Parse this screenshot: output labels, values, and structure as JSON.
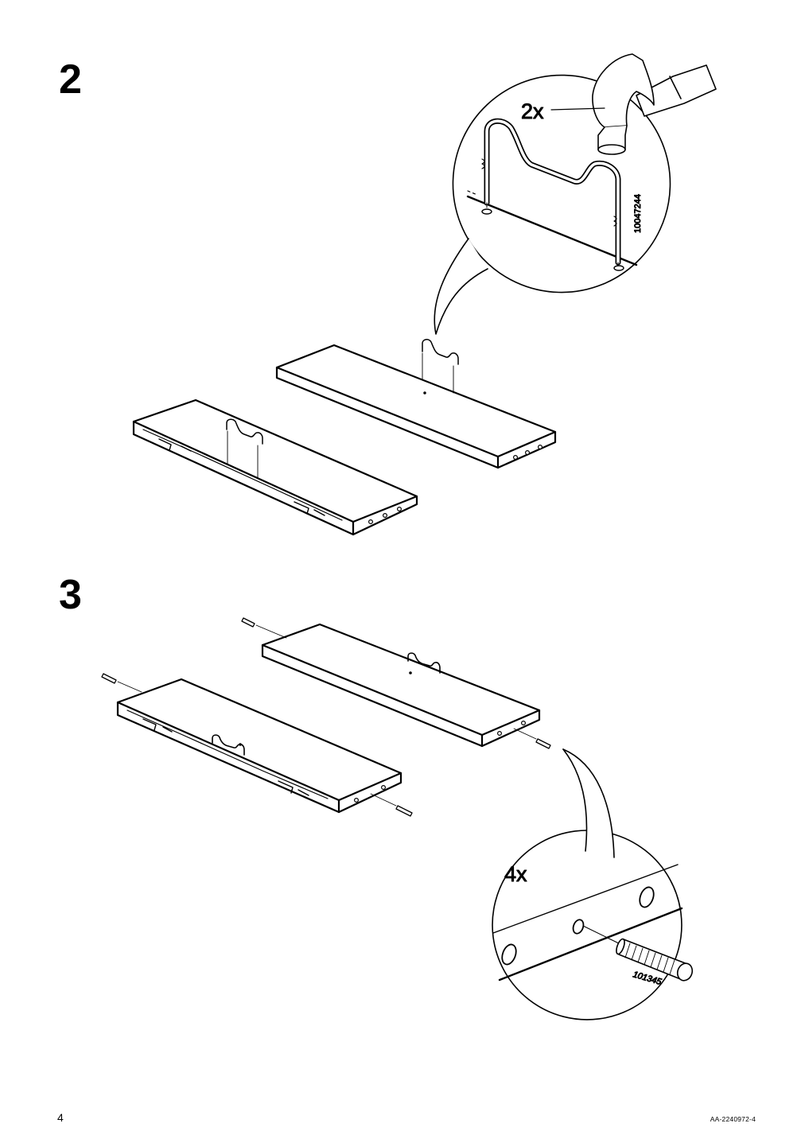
{
  "steps": [
    {
      "number": "2",
      "quantity": "2x",
      "part_number": "10047244"
    },
    {
      "number": "3",
      "quantity": "4x",
      "part_number": "101345"
    }
  ],
  "footer": {
    "page_number": "4",
    "document_code": "AA-2240972-4"
  }
}
